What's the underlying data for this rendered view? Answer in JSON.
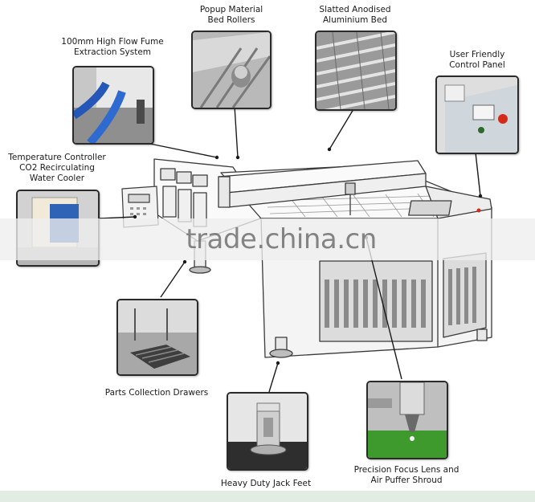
{
  "labels": {
    "popup_rollers": "Popup Material\nBed Rollers",
    "slatted_bed": "Slatted Anodised\nAluminium Bed",
    "fume_extraction": "100mm High Flow Fume\nExtraction System",
    "control_panel": "User Friendly\nControl Panel",
    "water_cooler": "Temperature Controller\nCO2 Recirculating\nWater Cooler",
    "collection_drawers": "Parts Collection Drawers",
    "jack_feet": "Heavy Duty Jack Feet",
    "focus_lens": "Precision Focus Lens and\nAir Puffer Shroud"
  },
  "watermark": "trade.china.cn",
  "colors": {
    "line": "#1a1a1a",
    "machine_stroke": "#3a3a3a",
    "panel_red": "#d42a1a",
    "cutting_green": "#3f9a2e"
  }
}
